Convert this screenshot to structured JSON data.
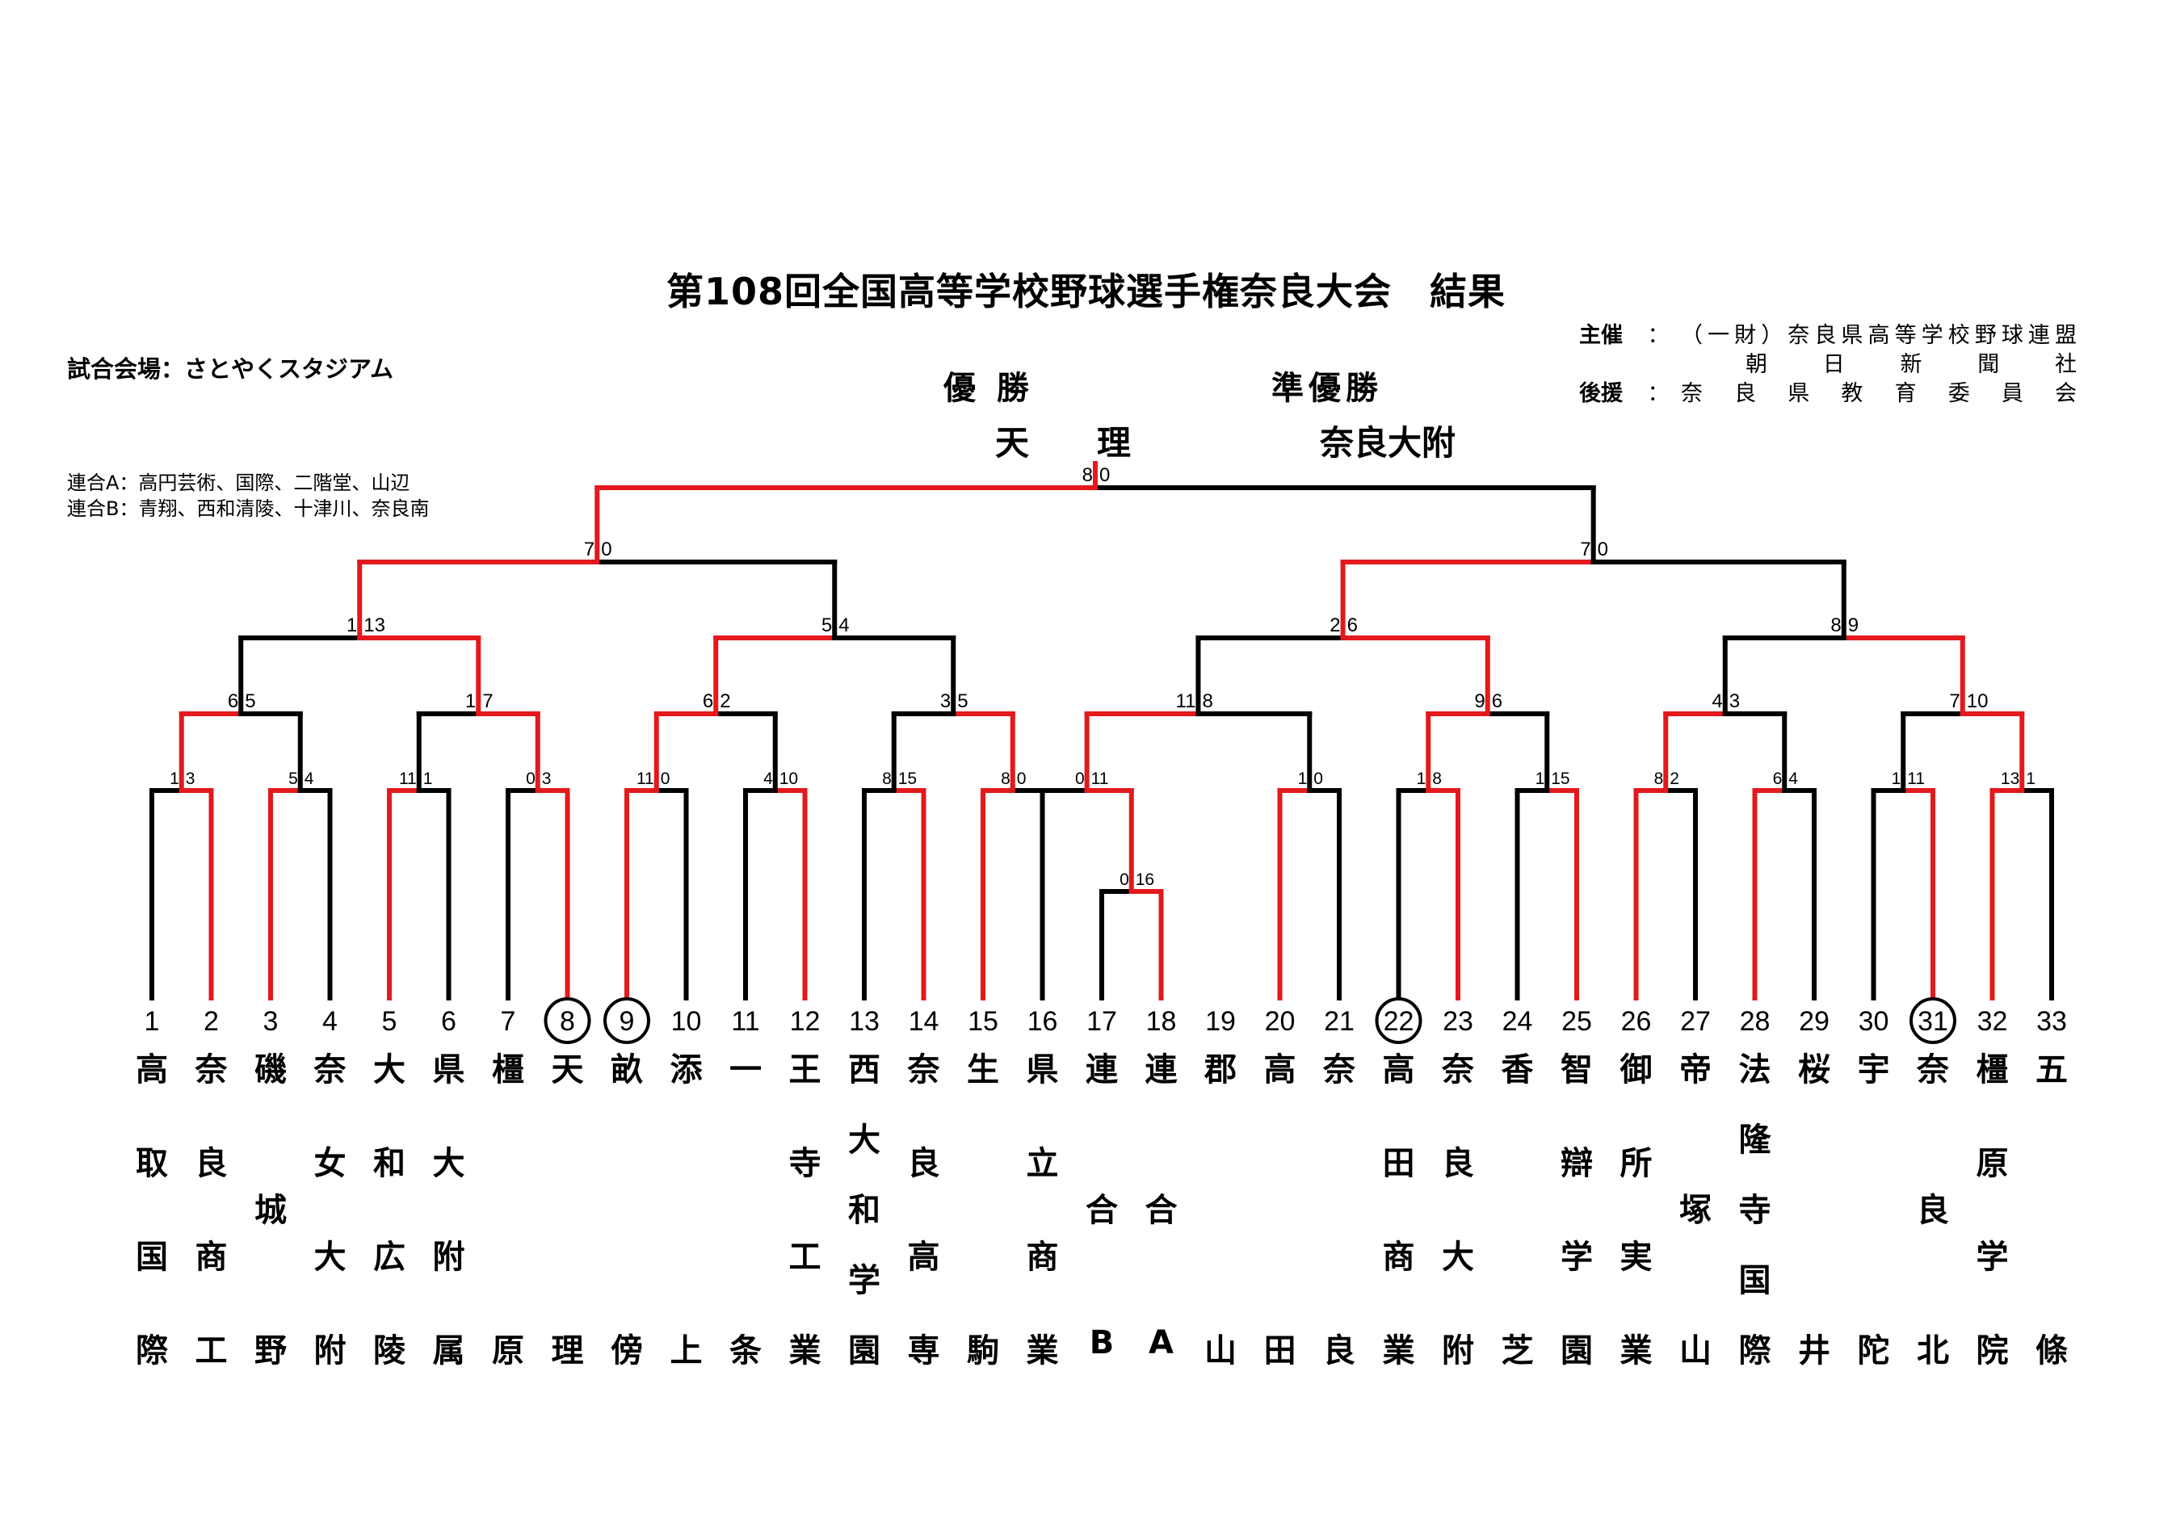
{
  "title": "第108回全国高等学校野球選手権奈良大会　結果",
  "venue": "試合会場：さとやくスタジアム",
  "rengo": [
    "連合A：高円芸術、国際、二階堂、山辺",
    "連合B：青翔、西和清陵、十津川、奈良南"
  ],
  "sponsor": [
    {
      "key": "主催",
      "colon": "：",
      "value": "（一財）奈良県高等学校野球連盟"
    },
    {
      "key": "",
      "colon": "",
      "value": "朝日新聞社"
    },
    {
      "key": "後援",
      "colon": "：",
      "value": "奈良県教育委員会"
    }
  ],
  "winner_label": "優 勝",
  "runnerup_label": "準優勝",
  "winner": "天　　理",
  "runnerup": "奈良大附",
  "colors": {
    "win": "#e3191c",
    "lose": "#000000"
  },
  "schools": [
    {
      "no": "1",
      "name": "高取国際"
    },
    {
      "no": "2",
      "name": "奈良商工"
    },
    {
      "no": "3",
      "name": "磯城野"
    },
    {
      "no": "4",
      "name": "奈女大附"
    },
    {
      "no": "5",
      "name": "大和広陵"
    },
    {
      "no": "6",
      "name": "県大附属"
    },
    {
      "no": "7",
      "name": "橿原"
    },
    {
      "no": "8",
      "name": "天理",
      "circled": true
    },
    {
      "no": "9",
      "name": "畝傍",
      "circled": true
    },
    {
      "no": "10",
      "name": "添上"
    },
    {
      "no": "11",
      "name": "一条"
    },
    {
      "no": "12",
      "name": "王寺工業"
    },
    {
      "no": "13",
      "name": "西大和学園"
    },
    {
      "no": "14",
      "name": "奈良高専"
    },
    {
      "no": "15",
      "name": "生駒"
    },
    {
      "no": "16",
      "name": "県立商業"
    },
    {
      "no": "17",
      "name": "連合B"
    },
    {
      "no": "18",
      "name": "連合A"
    },
    {
      "no": "19",
      "name": "郡山"
    },
    {
      "no": "20",
      "name": "高田"
    },
    {
      "no": "21",
      "name": "奈良"
    },
    {
      "no": "22",
      "name": "高田商業",
      "circled": true
    },
    {
      "no": "23",
      "name": "奈良大附"
    },
    {
      "no": "24",
      "name": "香芝"
    },
    {
      "no": "25",
      "name": "智辯学園"
    },
    {
      "no": "26",
      "name": "御所実業"
    },
    {
      "no": "27",
      "name": "帝塚山"
    },
    {
      "no": "28",
      "name": "法隆寺国際"
    },
    {
      "no": "29",
      "name": "桜井"
    },
    {
      "no": "30",
      "name": "宇陀"
    },
    {
      "no": "31",
      "name": "奈良北",
      "circled": true
    },
    {
      "no": "32",
      "name": "橿原学院"
    },
    {
      "no": "33",
      "name": "五條"
    }
  ],
  "games": [
    {
      "id": "g0",
      "a": 17,
      "b": 18,
      "scores": [
        "0",
        "16"
      ],
      "winner": "b"
    },
    {
      "id": "a1",
      "a": 1,
      "b": 2,
      "scores": [
        "1",
        "3"
      ],
      "winner": "b"
    },
    {
      "id": "a2",
      "a": 3,
      "b": 4,
      "scores": [
        "5",
        "4"
      ],
      "winner": "a"
    },
    {
      "id": "a3",
      "a": 5,
      "b": 6,
      "scores": [
        "11",
        "1"
      ],
      "winner": "a"
    },
    {
      "id": "a4",
      "a": 7,
      "b": 8,
      "scores": [
        "0",
        "3"
      ],
      "winner": "b"
    },
    {
      "id": "a5",
      "a": 9,
      "b": 10,
      "scores": [
        "11",
        "0"
      ],
      "winner": "a"
    },
    {
      "id": "a6",
      "a": 11,
      "b": 12,
      "scores": [
        "4",
        "10"
      ],
      "winner": "b"
    },
    {
      "id": "a7",
      "a": 13,
      "b": 14,
      "scores": [
        "8",
        "15"
      ],
      "winner": "b"
    },
    {
      "id": "a8",
      "a": 15,
      "b": 16,
      "scores": [
        "8",
        "0"
      ],
      "winner": "a"
    },
    {
      "id": "a9",
      "a": 16,
      "b": "g0",
      "scores": [
        "0",
        "11"
      ],
      "winner": "b"
    },
    {
      "id": "a10",
      "a": 20,
      "b": 21,
      "scores": [
        "1",
        "0"
      ],
      "winner": "a"
    },
    {
      "id": "a11",
      "a": 22,
      "b": 23,
      "scores": [
        "1",
        "8"
      ],
      "winner": "b"
    },
    {
      "id": "a12",
      "a": 24,
      "b": 25,
      "scores": [
        "1",
        "15"
      ],
      "winner": "b"
    },
    {
      "id": "a13",
      "a": 26,
      "b": 27,
      "scores": [
        "8",
        "2"
      ],
      "winner": "a"
    },
    {
      "id": "a14",
      "a": 28,
      "b": 29,
      "scores": [
        "6",
        "4"
      ],
      "winner": "a"
    },
    {
      "id": "a15",
      "a": 30,
      "b": 31,
      "scores": [
        "1",
        "11"
      ],
      "winner": "b"
    },
    {
      "id": "a16",
      "a": 32,
      "b": 33,
      "scores": [
        "13",
        "1"
      ],
      "winner": "a"
    },
    {
      "id": "b1",
      "a": "a1",
      "b": "a2",
      "scores": [
        "6",
        "5"
      ],
      "winner": "a"
    },
    {
      "id": "b2",
      "a": "a3",
      "b": "a4",
      "scores": [
        "1",
        "7"
      ],
      "winner": "b"
    },
    {
      "id": "b3",
      "a": "a5",
      "b": "a6",
      "scores": [
        "6",
        "2"
      ],
      "winner": "a"
    },
    {
      "id": "b4",
      "a": "a7",
      "b": "a8",
      "scores": [
        "3",
        "5"
      ],
      "winner": "b"
    },
    {
      "id": "b5",
      "a": "a9",
      "b": "a10",
      "scores": [
        "11",
        "8"
      ],
      "winner": "a"
    },
    {
      "id": "b6",
      "a": "a11",
      "b": "a12",
      "scores": [
        "9",
        "6"
      ],
      "winner": "a"
    },
    {
      "id": "b7",
      "a": "a13",
      "b": "a14",
      "scores": [
        "4",
        "3"
      ],
      "winner": "a"
    },
    {
      "id": "b8",
      "a": "a15",
      "b": "a16",
      "scores": [
        "7",
        "10"
      ],
      "winner": "b"
    },
    {
      "id": "c1",
      "a": "b1",
      "b": "b2",
      "scores": [
        "1",
        "13"
      ],
      "winner": "b"
    },
    {
      "id": "c2",
      "a": "b3",
      "b": "b4",
      "scores": [
        "5",
        "4"
      ],
      "winner": "a"
    },
    {
      "id": "c3",
      "a": "b5",
      "b": "b6",
      "scores": [
        "2",
        "6"
      ],
      "winner": "b"
    },
    {
      "id": "c4",
      "a": "b7",
      "b": "b8",
      "scores": [
        "8",
        "9"
      ],
      "winner": "b"
    },
    {
      "id": "d1",
      "a": "c1",
      "b": "c2",
      "scores": [
        "7",
        "0"
      ],
      "winner": "a"
    },
    {
      "id": "d2",
      "a": "c3",
      "b": "c4",
      "scores": [
        "7",
        "0"
      ],
      "winner": "a"
    },
    {
      "id": "f",
      "a": "d1",
      "b": "d2",
      "scores": [
        "8",
        "0"
      ],
      "winner": "a"
    }
  ]
}
